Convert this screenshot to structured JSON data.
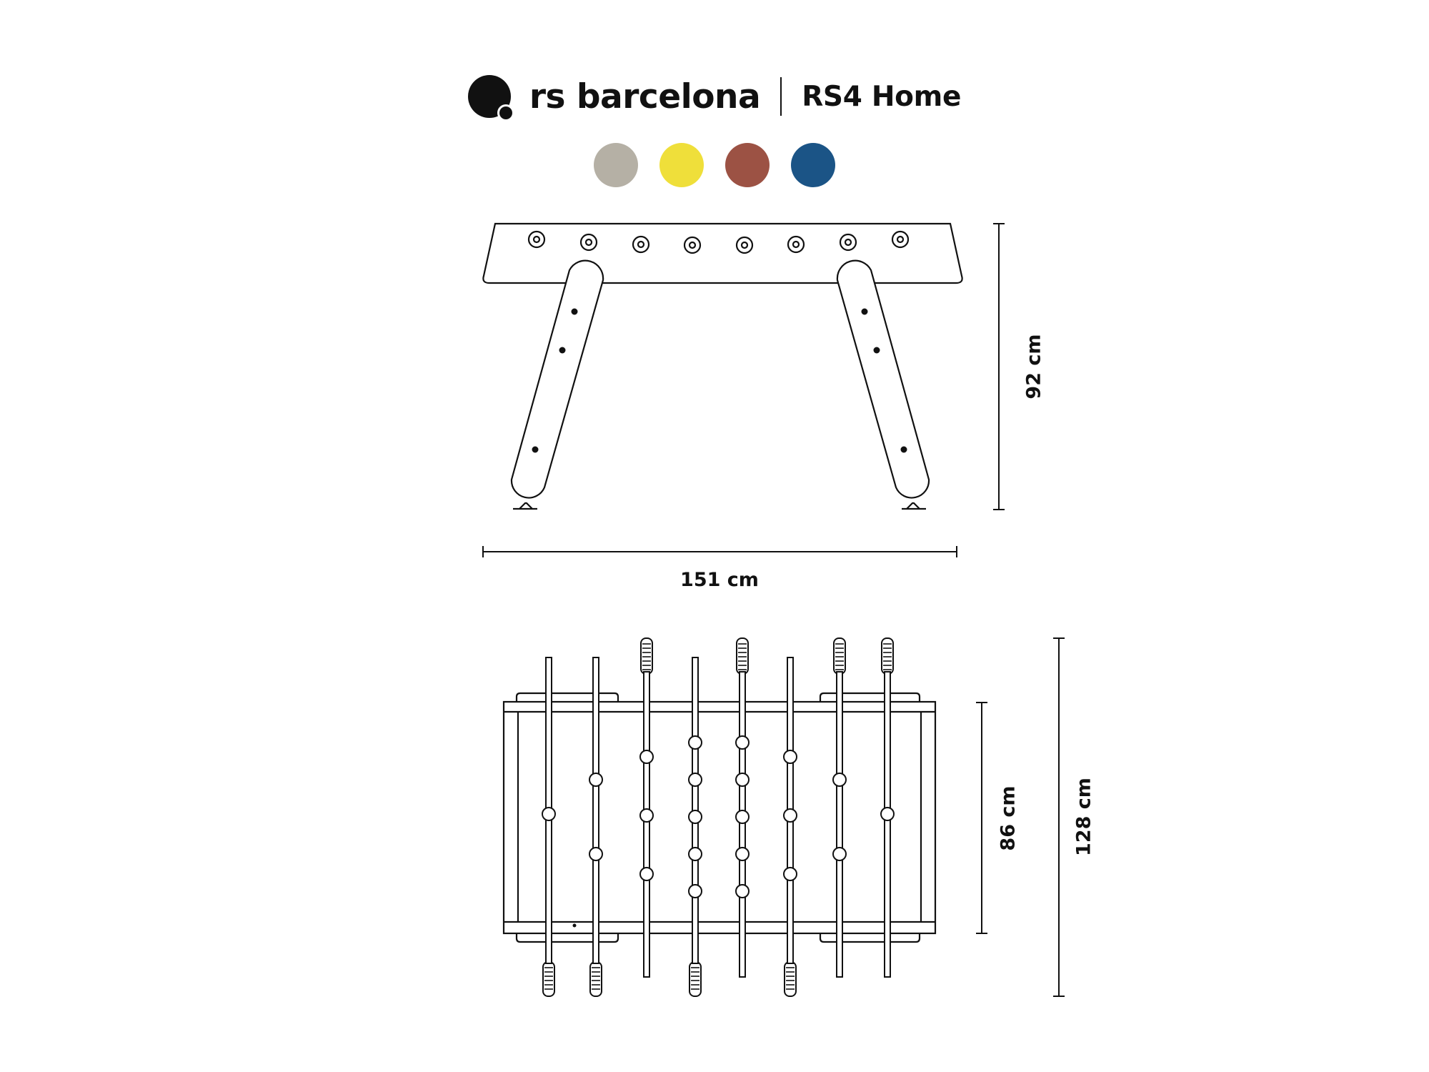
{
  "header": {
    "brand": "rs barcelona",
    "model": "RS4 Home",
    "logo_icon": "rs-barcelona-logo-icon"
  },
  "color_options": [
    {
      "name": "sand",
      "color": "#b5b0a5"
    },
    {
      "name": "yellow",
      "color": "#efdf3a"
    },
    {
      "name": "terracotta",
      "color": "#9c5244"
    },
    {
      "name": "blue",
      "color": "#1b5486"
    }
  ],
  "side_view": {
    "width_label": "151 cm",
    "height_label": "92 cm"
  },
  "top_view": {
    "depth_label": "86 cm",
    "overall_depth_label": "128 cm"
  }
}
